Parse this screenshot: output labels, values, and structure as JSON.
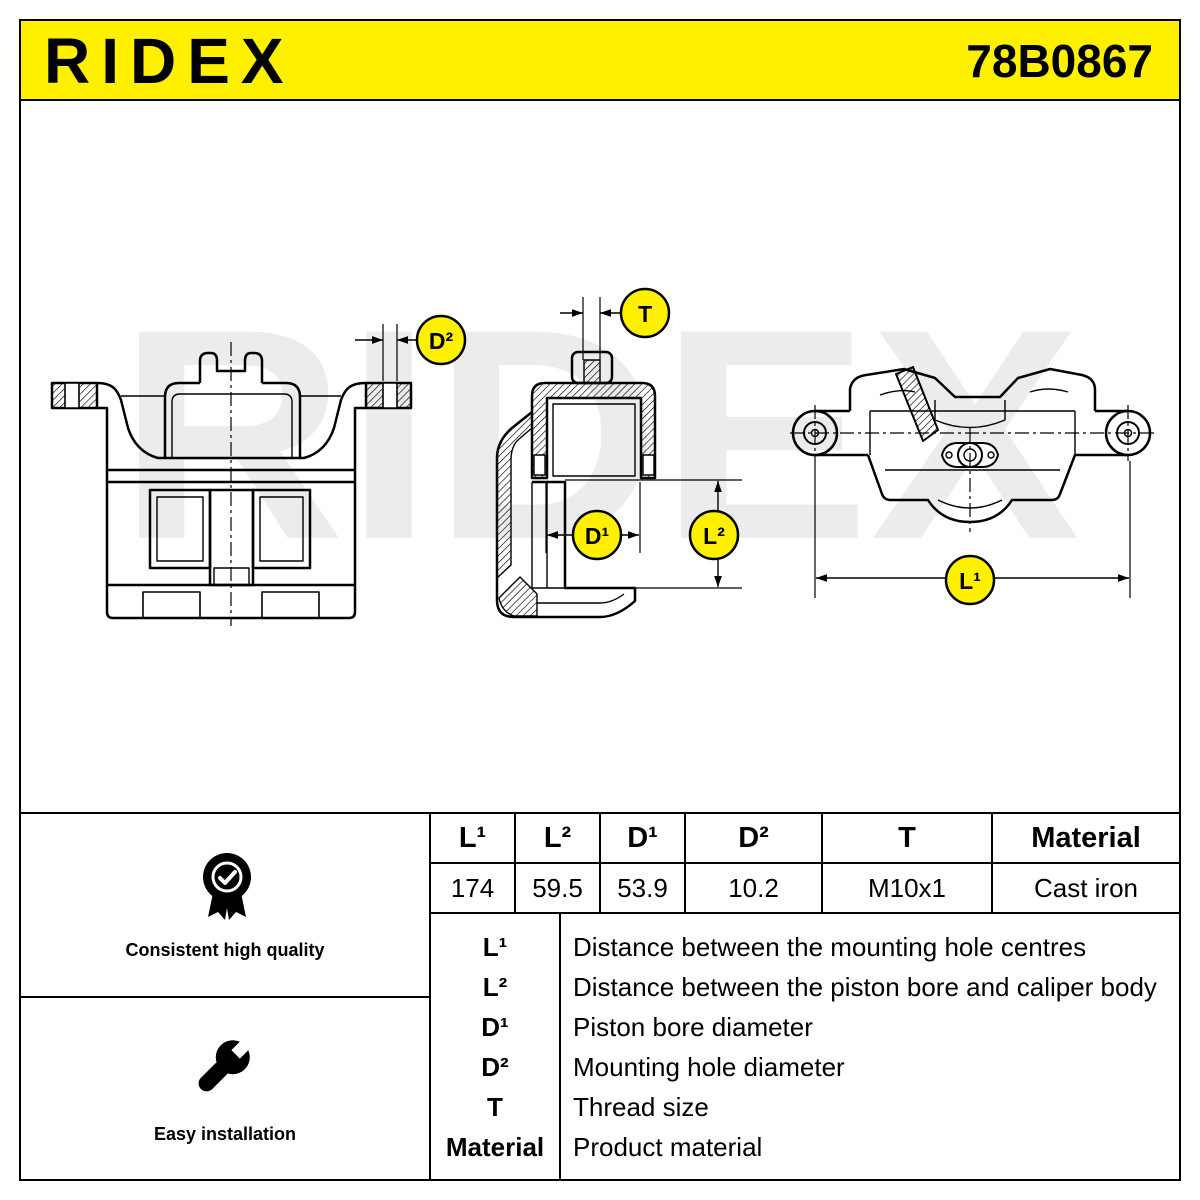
{
  "header": {
    "logo": "RIDEX",
    "part_number": "78B0867"
  },
  "diagram": {
    "watermark": "RIDEX",
    "dimension_labels": {
      "d2": "D²",
      "t": "T",
      "d1": "D¹",
      "l2": "L²",
      "l1": "L¹"
    }
  },
  "features": [
    {
      "label": "Consistent high quality",
      "icon": "quality-badge-icon"
    },
    {
      "label": "Easy installation",
      "icon": "wrench-icon"
    }
  ],
  "specs": {
    "headers": [
      "L¹",
      "L²",
      "D¹",
      "D²",
      "T",
      "Material"
    ],
    "values": [
      "174",
      "59.5",
      "53.9",
      "10.2",
      "M10x1",
      "Cast iron"
    ]
  },
  "legend": [
    {
      "key": "L¹",
      "description": "Distance between the mounting hole centres"
    },
    {
      "key": "L²",
      "description": "Distance between the piston bore and caliper body"
    },
    {
      "key": "D¹",
      "description": "Piston bore diameter"
    },
    {
      "key": "D²",
      "description": "Mounting hole diameter"
    },
    {
      "key": "T",
      "description": "Thread size"
    },
    {
      "key": "Material",
      "description": "Product material"
    }
  ],
  "colors": {
    "accent": "#FFF000",
    "watermark": "#ECECEC"
  }
}
